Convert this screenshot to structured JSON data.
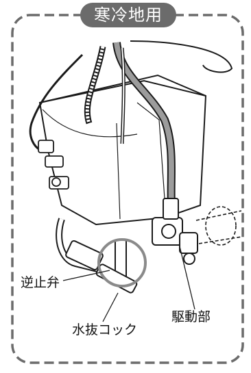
{
  "title": "寒冷地用",
  "callouts": {
    "check_valve": "逆止弁",
    "drive_unit": "駆動部",
    "drain_cock": "水抜コック"
  },
  "colors": {
    "frame": "#6b6b6b",
    "title_bg": "#6b6b6b",
    "line": "#1a1a1a",
    "highlight_ring": "#8a8a8a"
  }
}
